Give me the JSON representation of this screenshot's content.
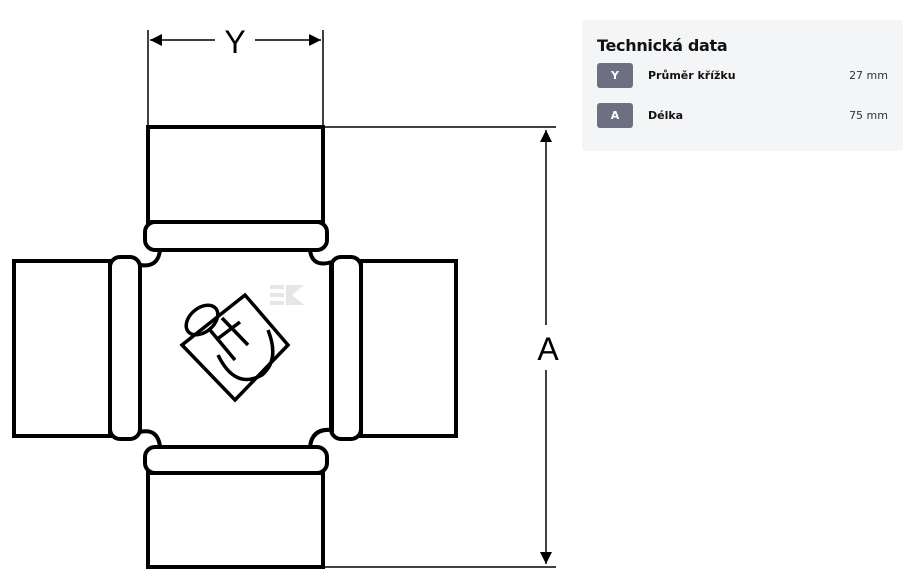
{
  "diagram": {
    "dim_y_label": "Y",
    "dim_a_label": "A",
    "watermark": "K"
  },
  "panel": {
    "title": "Technická data",
    "rows": [
      {
        "badge": "Y",
        "label": "Průměr křížku",
        "value": "27 mm"
      },
      {
        "badge": "A",
        "label": "Délka",
        "value": "75 mm"
      }
    ]
  }
}
